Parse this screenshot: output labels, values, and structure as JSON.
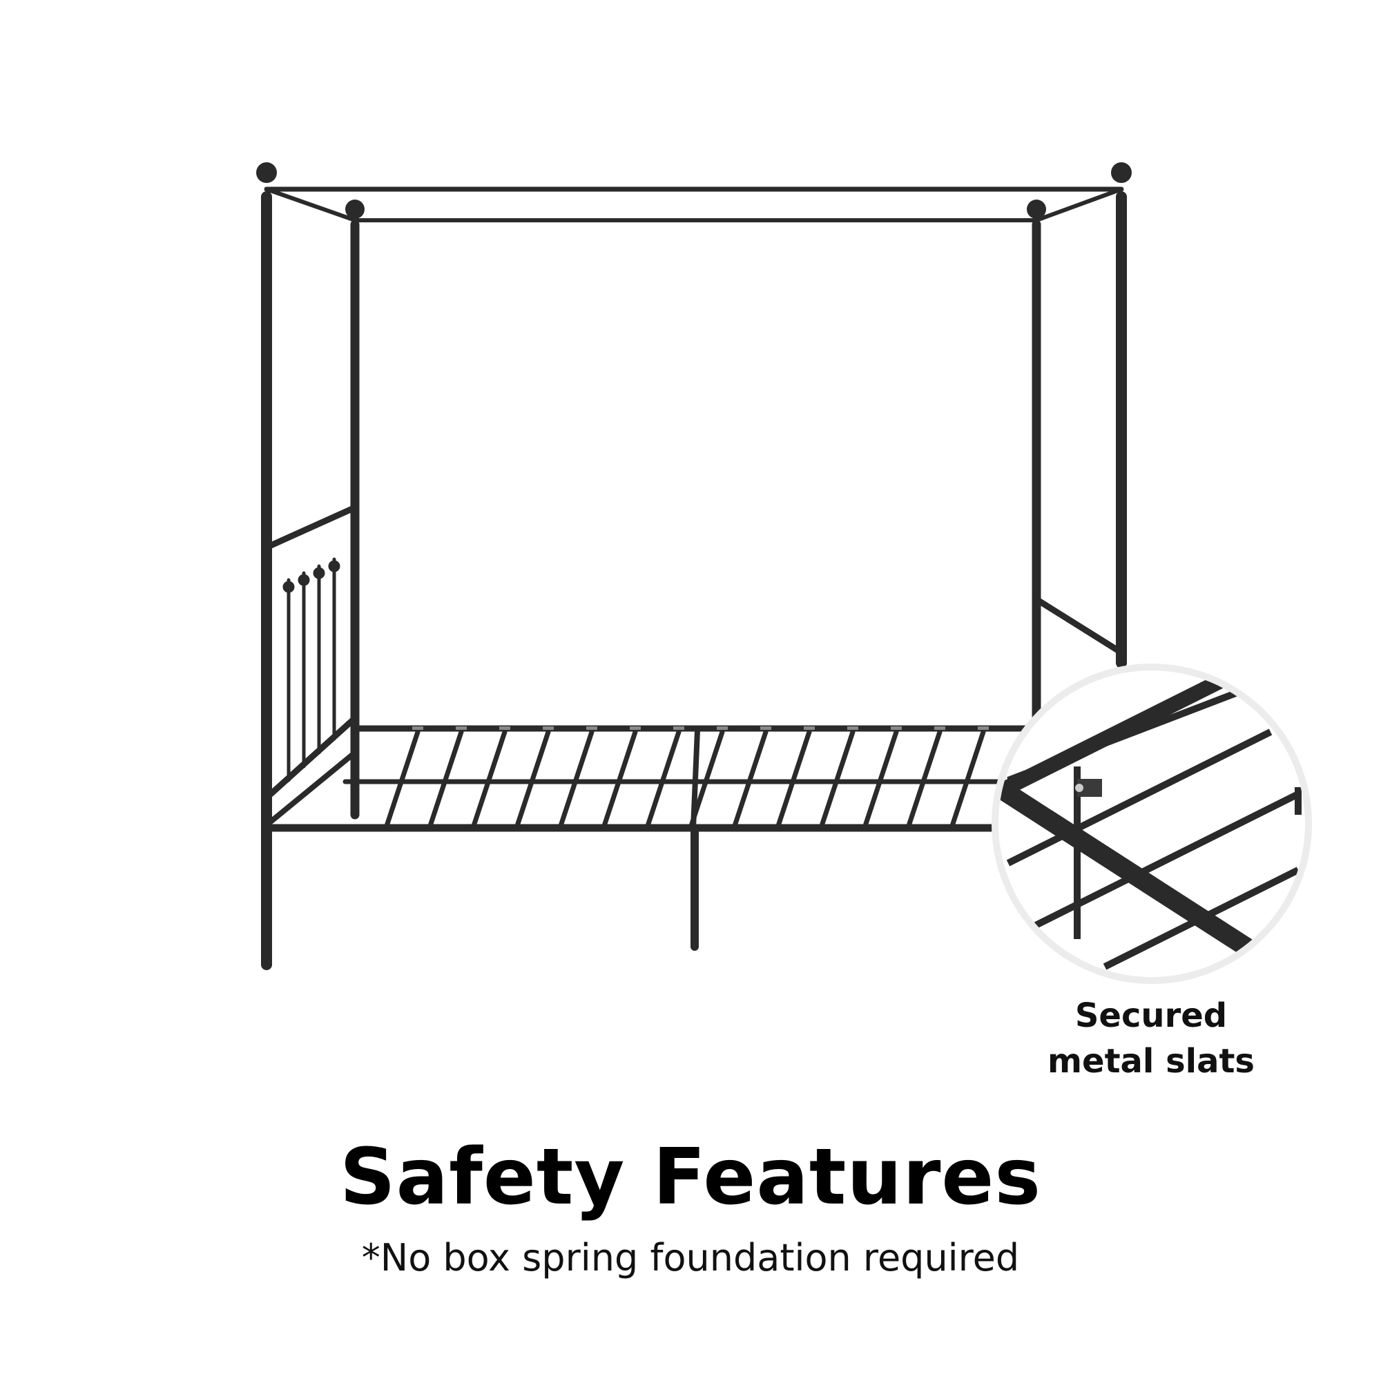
{
  "callout": {
    "line1": "Secured",
    "line2": "metal slats"
  },
  "heading": "Safety Features",
  "subheading": "*No box spring foundation required",
  "colors": {
    "frame": "#2a2a2a",
    "background": "#ffffff",
    "circle_border": "#eeeeee"
  },
  "slat_count": 14
}
